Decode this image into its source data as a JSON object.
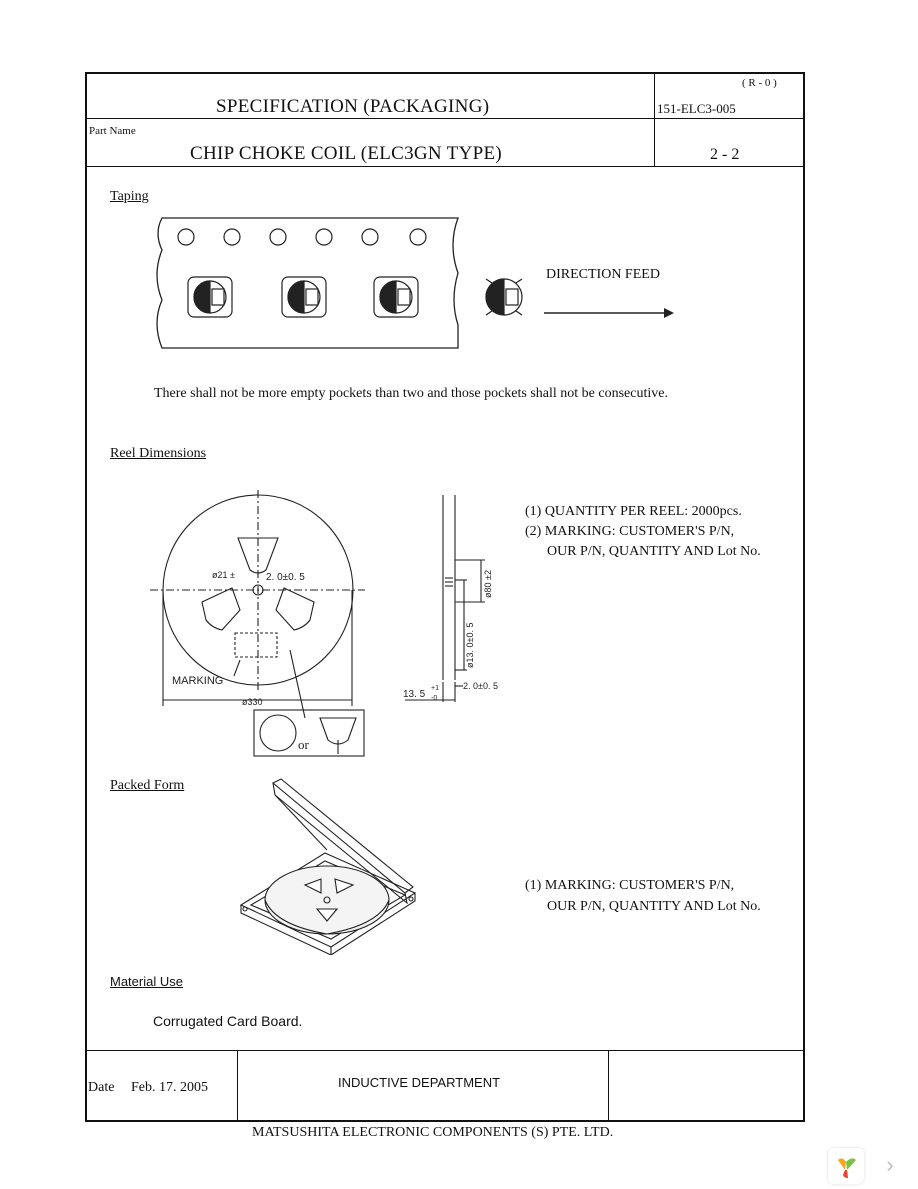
{
  "header": {
    "title": "SPECIFICATION (PACKAGING)",
    "revision": "( R - 0 )",
    "doc_number": "151-ELC3-005",
    "part_name_label": "Part Name",
    "part_name": "CHIP  CHOKE  COIL (ELC3GN TYPE)",
    "page": "2  -  2"
  },
  "taping": {
    "heading": "Taping",
    "direction_label": "DIRECTION FEED",
    "note": "There shall not be more empty pockets than two and those pockets shall not be consecutive."
  },
  "reel": {
    "heading": "Reel Dimensions",
    "dims": {
      "hub_dia": "ø21 ±",
      "hub_tol": "2. 0±0. 5",
      "outer_dia": "ø330",
      "marking_label": "MARKING",
      "or_label": "or",
      "width_main": "13. 5",
      "width_tol_top": "+1",
      "width_tol_bottom": "-0",
      "flange_thk": "2. 0±0. 5",
      "hub_outer": "ø80 ±2",
      "center_hole": "ø13. 0±0. 5"
    },
    "notes": [
      "(1) QUANTITY PER REEL: 2000pcs.",
      "(2) MARKING: CUSTOMER'S P/N,",
      "OUR P/N, QUANTITY AND Lot No."
    ]
  },
  "packed": {
    "heading": "Packed Form",
    "notes": [
      "(1) MARKING: CUSTOMER'S P/N,",
      "OUR P/N, QUANTITY AND Lot No."
    ]
  },
  "material": {
    "heading": "Material Use",
    "value": "Corrugated Card Board."
  },
  "footer": {
    "date_label": "Date",
    "date_value": "Feb. 17. 2005",
    "department": "INDUCTIVE DEPARTMENT",
    "company": "MATSUSHITA ELECTRONIC COMPONENTS (S) PTE. LTD."
  },
  "viewer": {
    "logo_icon": "viewer-logo-icon",
    "next_icon": "chevron-right-icon",
    "next_glyph": "›"
  }
}
